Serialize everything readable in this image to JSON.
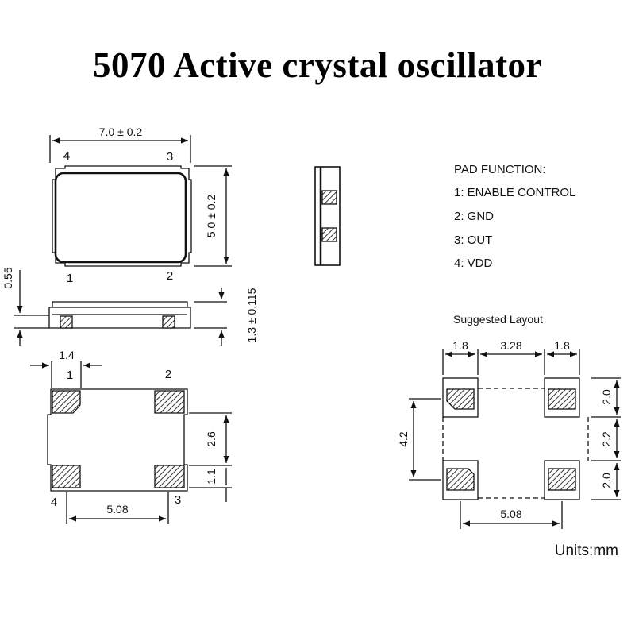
{
  "title": "5070 Active crystal oscillator",
  "colors": {
    "ink": "#111111",
    "background": "#ffffff",
    "hatch": "#333333"
  },
  "top_view": {
    "width_dim": "7.0 ± 0.2",
    "height_dim": "5.0 ± 0.2",
    "pin_labels": {
      "p1": "1",
      "p2": "2",
      "p3": "3",
      "p4": "4"
    }
  },
  "side_view": {
    "offset_dim": "0.55",
    "thickness_dim": "1.3 ± 0.115"
  },
  "bottom_view": {
    "pad_width_dim": "1.4",
    "pad_pitch_vertical_dim": "2.6",
    "pad_height_dim": "1.1",
    "pad_pitch_horizontal_dim": "5.08",
    "pin_labels": {
      "p1": "1",
      "p2": "2",
      "p3": "3",
      "p4": "4"
    }
  },
  "pad_function": {
    "heading": "PAD FUNCTION:",
    "items": [
      "1: ENABLE CONTROL",
      "2: GND",
      "3: OUT",
      "4: VDD"
    ]
  },
  "layout": {
    "heading": "Suggested Layout",
    "top_dims": [
      "1.8",
      "3.28",
      "1.8"
    ],
    "right_dims": [
      "2.0",
      "2.2",
      "2.0"
    ],
    "left_dim": "4.2",
    "bottom_dim": "5.08"
  },
  "units": "Units:mm"
}
